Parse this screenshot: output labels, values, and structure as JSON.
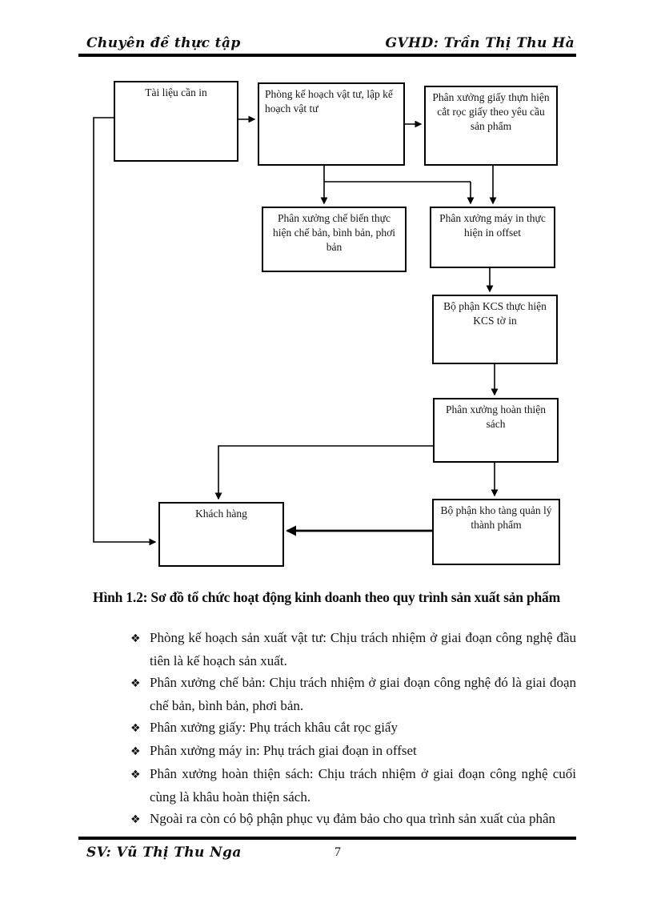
{
  "header": {
    "course_title": "Chuyên đề thực tập",
    "supervisor": "GVHD: Trần Thị Thu Hà"
  },
  "diagram": {
    "boxes": [
      {
        "id": "tai-lieu-can-in",
        "label": "Tài liệu cần in"
      },
      {
        "id": "phong-ke-hoach-vat-tu",
        "label": "Phòng kế hoạch vật tư, lập kế hoạch vật tư"
      },
      {
        "id": "phan-xuong-giay",
        "label": "Phân xưởng giấy thựn hiện cắt rọc giấy theo yêu cầu sản phẩm"
      },
      {
        "id": "phan-xuong-che-bien",
        "label": "Phân xưởng chế biến thực hiện chế bản, bình bản, phơi bản"
      },
      {
        "id": "phan-xuong-may-in",
        "label": "Phân xưởng máy in thực hiện in offset"
      },
      {
        "id": "bo-phan-kcs",
        "label": "Bộ phận KCS thực hiện KCS tờ in"
      },
      {
        "id": "phan-xuong-hoan-thien",
        "label": "Phân xưởng hoàn thiện sách"
      },
      {
        "id": "bo-phan-kho-tang",
        "label": "Bộ phận kho tàng quản lý thành phẩm"
      },
      {
        "id": "khach-hang",
        "label": "Khách hàng"
      }
    ],
    "edges": [
      {
        "from": "tai-lieu-can-in",
        "to": "phong-ke-hoach-vat-tu"
      },
      {
        "from": "phong-ke-hoach-vat-tu",
        "to": "phan-xuong-giay"
      },
      {
        "from": "phong-ke-hoach-vat-tu",
        "to": "phan-xuong-che-bien"
      },
      {
        "from": "phong-ke-hoach-vat-tu",
        "to": "phan-xuong-may-in"
      },
      {
        "from": "phan-xuong-giay",
        "to": "phan-xuong-may-in"
      },
      {
        "from": "phan-xuong-may-in",
        "to": "bo-phan-kcs"
      },
      {
        "from": "bo-phan-kcs",
        "to": "phan-xuong-hoan-thien"
      },
      {
        "from": "phan-xuong-hoan-thien",
        "to": "bo-phan-kho-tang"
      },
      {
        "from": "phan-xuong-hoan-thien",
        "to": "khach-hang"
      },
      {
        "from": "bo-phan-kho-tang",
        "to": "khach-hang"
      },
      {
        "from": "tai-lieu-can-in",
        "to": "khach-hang"
      }
    ]
  },
  "caption": "Hình 1.2: Sơ đồ tổ chức hoạt động kinh doanh theo quy trình sản xuất sản phẩm",
  "bullets": {
    "marker": "❖",
    "items": [
      "Phòng kế hoạch sản xuất vật tư: Chịu trách nhiệm ở giai đoạn công nghệ đầu tiên là kế hoạch sản xuất.",
      "Phân xưởng chế bản: Chịu trách nhiệm ở giai đoạn công nghệ đó là giai đoạn chế bản, bình bản, phơi bản.",
      "Phân xưởng giấy: Phụ trách khâu cắt rọc giấy",
      "Phân xưởng máy in: Phụ trách giai đoạn in offset",
      "Phân xưởng hoàn thiện sách: Chịu trách nhiệm ở giai đoạn công nghệ cuối cùng là khâu hoàn thiện sách.",
      "Ngoài ra còn có bộ phận phục vụ đảm bảo cho qua trình sản xuất của phân"
    ]
  },
  "footer": {
    "student": "SV: Vũ Thị Thu Nga",
    "page_number": "7"
  },
  "colors": {
    "ink": "#111111",
    "paper": "#ffffff"
  }
}
